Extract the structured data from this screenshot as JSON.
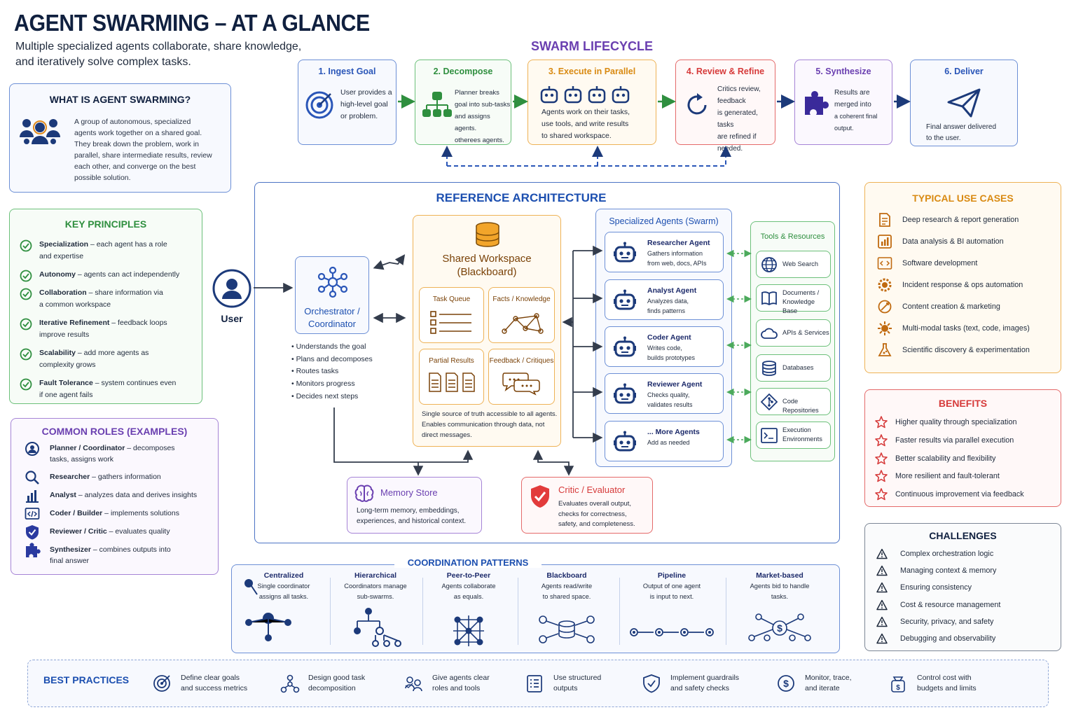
{
  "header": {
    "title": "AGENT SWARMING – AT A GLANCE",
    "subtitle_line1": "Multiple specialized agents collaborate, share knowledge,",
    "subtitle_line2": "and iteratively solve complex tasks."
  },
  "what_is": {
    "title": "WHAT IS AGENT SWARMING?",
    "lines": [
      "A group of autonomous, specialized",
      "agents work together on a shared goal.",
      "They break down the problem, work in",
      "parallel, share intermediate results, review",
      "each other, and converge on the best",
      "possible solution."
    ]
  },
  "lifecycle": {
    "title": "SWARM LIFECYCLE",
    "steps": [
      {
        "title": "1. Ingest Goal",
        "lines": [
          "User provides a",
          "high-level goal",
          "or problem."
        ]
      },
      {
        "title": "2. Decompose",
        "lines": [
          "Planner breaks",
          "goal into sub-tasks",
          "and assigns agents.",
          "otherees agents."
        ]
      },
      {
        "title": "3. Execute in Parallel",
        "lines": [
          "Agents work on their tasks,",
          "use tools, and write results",
          "to shared workspace."
        ]
      },
      {
        "title": "4. Review & Refine",
        "lines": [
          "Critics review,",
          "feedback",
          "is generated, tasks",
          "are refined if",
          "needed."
        ]
      },
      {
        "title": "5. Synthesize",
        "lines": [
          "Results are",
          "merged into",
          "a coherent final output."
        ]
      },
      {
        "title": "6. Deliver",
        "lines": [
          "Final answer delivered",
          "to the user."
        ]
      }
    ]
  },
  "key_principles": {
    "title": "KEY PRINCIPLES",
    "items": [
      {
        "name": "Specialization",
        "l1": " – each agent has a role",
        "l2": "and expertise"
      },
      {
        "name": "Autonomy",
        "l1": " – agents can act independently",
        "l2": ""
      },
      {
        "name": "Collaboration",
        "l1": " – share information via",
        "l2": "a common workspace"
      },
      {
        "name": "Iterative Refinement",
        "l1": " – feedback loops",
        "l2": "improve results"
      },
      {
        "name": "Scalability",
        "l1": " – add more agents as",
        "l2": "complexity grows"
      },
      {
        "name": "Fault Tolerance",
        "l1": " – system continues even",
        "l2": "if one agent fails"
      }
    ]
  },
  "common_roles": {
    "title": "COMMON ROLES (EXAMPLES)",
    "items": [
      {
        "name": "Planner / Coordinator",
        "l1": " – decomposes",
        "l2": "tasks, assigns work",
        "icon": "planner-icon"
      },
      {
        "name": "Researcher",
        "l1": " – gathers information",
        "l2": "",
        "icon": "search-icon"
      },
      {
        "name": "Analyst",
        "l1": " – analyzes data and derives insights",
        "l2": "",
        "icon": "bar-chart-icon"
      },
      {
        "name": "Coder / Builder",
        "l1": " – implements solutions",
        "l2": "",
        "icon": "code-icon"
      },
      {
        "name": "Reviewer / Critic",
        "l1": " – evaluates quality",
        "l2": "",
        "icon": "shield-check-icon"
      },
      {
        "name": "Synthesizer",
        "l1": " – combines outputs into",
        "l2": "final answer",
        "icon": "puzzle-icon"
      }
    ]
  },
  "architecture": {
    "title": "REFERENCE ARCHITECTURE",
    "user_label": "User",
    "orchestrator": {
      "title_l1": "Orchestrator /",
      "title_l2": "Coordinator",
      "bullets": [
        "Understands the goal",
        "Plans and decomposes",
        "Routes tasks",
        "Monitors progress",
        "Decides next steps"
      ]
    },
    "workspace": {
      "title_l1": "Shared Workspace",
      "title_l2": "(Blackboard)",
      "cells": [
        "Task Queue",
        "Facts / Knowledge",
        "Partial Results",
        "Feedback / Critiques"
      ],
      "desc": [
        "Single source of truth accessible to all agents.",
        "Enables communication through data, not",
        "direct messages."
      ]
    },
    "agents": {
      "title": "Specialized Agents (Swarm)",
      "items": [
        {
          "name": "Researcher Agent",
          "l1": "Gathers information",
          "l2": "from web, docs, APIs"
        },
        {
          "name": "Analyst Agent",
          "l1": "Analyzes data,",
          "l2": "finds patterns"
        },
        {
          "name": "Coder Agent",
          "l1": "Writes code,",
          "l2": "builds prototypes"
        },
        {
          "name": "Reviewer Agent",
          "l1": "Checks quality,",
          "l2": "validates results"
        },
        {
          "name": "... More Agents",
          "l1": "Add as needed",
          "l2": ""
        }
      ]
    },
    "tools": {
      "title": "Tools & Resources",
      "items": [
        {
          "l1": "Web Search",
          "l2": "",
          "icon": "globe-icon"
        },
        {
          "l1": "Documents /",
          "l2": "Knowledge Base",
          "icon": "book-icon"
        },
        {
          "l1": "APIs & Services",
          "l2": "",
          "icon": "cloud-icon"
        },
        {
          "l1": "Databases",
          "l2": "",
          "icon": "database-icon"
        },
        {
          "l1": "Code Repositories",
          "l2": "",
          "icon": "git-icon"
        },
        {
          "l1": "Execution",
          "l2": "Environments",
          "icon": "terminal-icon"
        }
      ]
    },
    "memory": {
      "title": "Memory Store",
      "l1": "Long-term memory, embeddings,",
      "l2": "experiences, and historical context."
    },
    "critic": {
      "title": "Critic / Evaluator",
      "l1": "Evaluates overall output,",
      "l2": "checks for correctness,",
      "l3": "safety, and completeness."
    }
  },
  "use_cases": {
    "title": "TYPICAL USE CASES",
    "items": [
      "Deep research & report generation",
      "Data analysis & BI automation",
      "Software development",
      "Incident response & ops automation",
      "Content creation & marketing",
      "Multi-modal tasks (text, code, images)",
      "Scientific discovery & experimentation"
    ]
  },
  "benefits": {
    "title": "BENEFITS",
    "items": [
      "Higher quality through specialization",
      "Faster results via parallel execution",
      "Better scalability and flexibility",
      "More resilient and fault-tolerant",
      "Continuous improvement via feedback"
    ]
  },
  "challenges": {
    "title": "CHALLENGES",
    "items": [
      "Complex orchestration logic",
      "Managing context & memory",
      "Ensuring consistency",
      "Cost & resource management",
      "Security, privacy, and safety",
      "Debugging and observability"
    ]
  },
  "coordination": {
    "title": "COORDINATION PATTERNS",
    "items": [
      {
        "title": "Centralized",
        "l1": "Single coordinator",
        "l2": "assigns all tasks."
      },
      {
        "title": "Hierarchical",
        "l1": "Coordinators manage",
        "l2": "sub-swarms."
      },
      {
        "title": "Peer-to-Peer",
        "l1": "Agents collaborate",
        "l2": "as equals."
      },
      {
        "title": "Blackboard",
        "l1": "Agents read/write",
        "l2": "to shared space."
      },
      {
        "title": "Pipeline",
        "l1": "Output of one agent",
        "l2": "is input to next."
      },
      {
        "title": "Market-based",
        "l1": "Agents bid to handle",
        "l2": "tasks."
      }
    ]
  },
  "best_practices": {
    "title": "BEST PRACTICES",
    "items": [
      {
        "l1": "Define clear goals",
        "l2": "and success metrics"
      },
      {
        "l1": "Design good task",
        "l2": "decomposition"
      },
      {
        "l1": "Give agents clear",
        "l2": "roles and tools"
      },
      {
        "l1": "Use structured",
        "l2": "outputs"
      },
      {
        "l1": "Implement guardrails",
        "l2": "and safety checks"
      },
      {
        "l1": "Monitor, trace,",
        "l2": "and iterate"
      },
      {
        "l1": "Control cost with",
        "l2": "budgets and limits"
      }
    ]
  },
  "colors": {
    "navy": "#1c3a7a",
    "blue": "#2a56b8",
    "green": "#2f8f3f",
    "orange": "#d98a12",
    "red": "#d63a3a",
    "purple": "#6a3fb0"
  }
}
